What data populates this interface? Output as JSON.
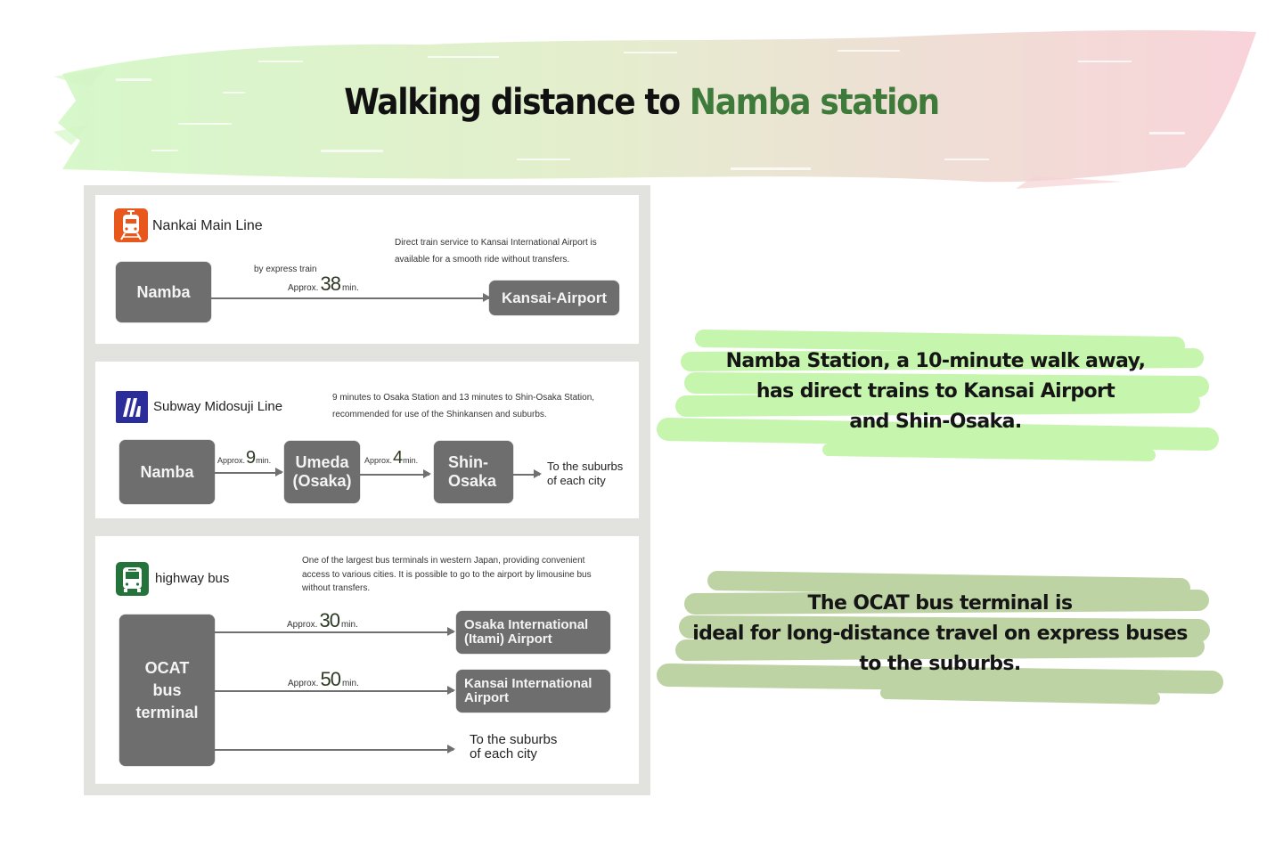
{
  "header": {
    "title_prefix": "Walking distance to ",
    "title_accent": "Namba station",
    "accent_color": "#3e7a3a"
  },
  "routes": [
    {
      "line_name": "Nankai Main Line",
      "icon": "train-icon",
      "icon_color": "#e8571c",
      "note": [
        "Direct train service to Kansai International Airport is",
        "available for a smooth ride without transfers."
      ],
      "origin": "Namba",
      "service": "by express train",
      "duration": {
        "prefix": "Approx.",
        "value": "38",
        "unit": "min."
      },
      "destination": "Kansai-Airport"
    },
    {
      "line_name": "Subway Midosuji Line",
      "icon": "subway-m-icon",
      "icon_color": "#2b2e9a",
      "note": [
        "9 minutes to Osaka Station and 13 minutes to Shin-Osaka Station,",
        "recommended for use of the Shinkansen and suburbs."
      ],
      "stops": [
        {
          "name": [
            "Namba"
          ]
        },
        {
          "name": [
            "Umeda",
            "(Osaka)"
          ]
        },
        {
          "name": [
            "Shin-",
            "Osaka"
          ]
        }
      ],
      "legs": [
        {
          "prefix": "Approx.",
          "value": "9",
          "unit": "min."
        },
        {
          "prefix": "Approx.",
          "value": "4",
          "unit": "min."
        }
      ],
      "onward": [
        "To the suburbs",
        "of each city"
      ]
    },
    {
      "line_name": "highway bus",
      "icon": "bus-icon",
      "icon_color": "#23733a",
      "note": [
        "One of the largest bus terminals in western Japan, providing convenient",
        "access to various cities. It is possible to go to the airport by limousine bus",
        "without transfers."
      ],
      "origin": [
        "OCAT",
        "bus",
        "terminal"
      ],
      "destinations": [
        {
          "name": [
            "Osaka International",
            "(Itami) Airport"
          ],
          "duration": {
            "prefix": "Approx.",
            "value": "30",
            "unit": "min."
          }
        },
        {
          "name": [
            "Kansai International",
            "Airport"
          ],
          "duration": {
            "prefix": "Approx.",
            "value": "50",
            "unit": "min."
          }
        },
        {
          "name": [
            "To the suburbs",
            "of each city"
          ]
        }
      ]
    }
  ],
  "callouts": [
    {
      "lines": [
        "Namba Station, a 10-minute walk away,",
        "has direct trains to Kansai Airport",
        "and Shin-Osaka."
      ],
      "color": "#c6f5ae"
    },
    {
      "lines": [
        "The OCAT bus terminal is",
        "ideal for long-distance travel on express buses",
        "to the suburbs."
      ],
      "color": "#bdd3a4"
    }
  ]
}
